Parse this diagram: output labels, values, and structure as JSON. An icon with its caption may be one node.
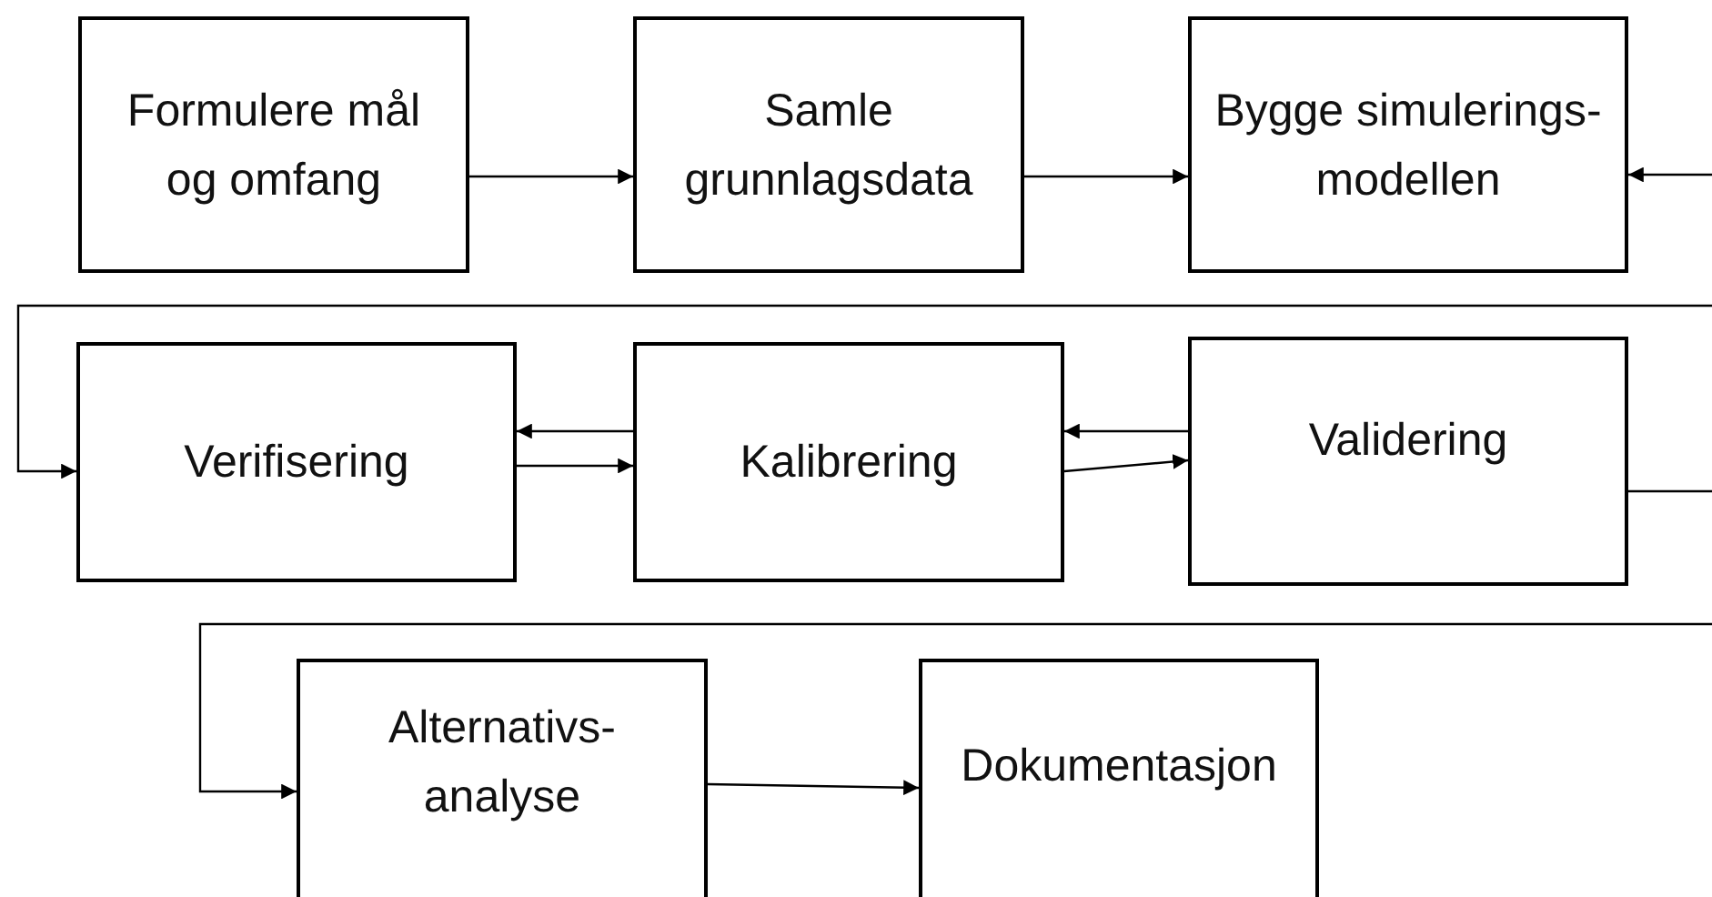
{
  "diagram": {
    "nodes": [
      {
        "text": [
          "Formulere mål og omfang"
        ]
      },
      {
        "text": [
          "Samle grunnlagsdata"
        ]
      },
      {
        "text": [
          "Bygge simulerings- modellen"
        ]
      },
      {
        "text": [
          "Verifisering"
        ]
      },
      {
        "text": [
          "Kalibrering"
        ]
      },
      {
        "text": [
          "Validering"
        ]
      },
      {
        "text": [
          "Alternativs- analyse"
        ]
      },
      {
        "text": [
          "Dokumentasjon"
        ]
      }
    ],
    "edges": [
      {
        "from": 0,
        "to": 1,
        "arrow": "to"
      },
      {
        "from": 1,
        "to": 2,
        "arrow": "to"
      },
      {
        "from": null,
        "to": 2,
        "arrow": "to"
      },
      {
        "from": null,
        "to": 3,
        "arrow": "to"
      },
      {
        "from": 4,
        "to": 3,
        "arrow": "to"
      },
      {
        "from": 3,
        "to": 4,
        "arrow": "to"
      },
      {
        "from": 5,
        "to": 4,
        "arrow": "to"
      },
      {
        "from": 4,
        "to": 5,
        "arrow": "to"
      },
      {
        "from": 5,
        "to": 6,
        "arrow": "to"
      },
      {
        "from": 6,
        "to": 7,
        "arrow": "to"
      }
    ]
  }
}
